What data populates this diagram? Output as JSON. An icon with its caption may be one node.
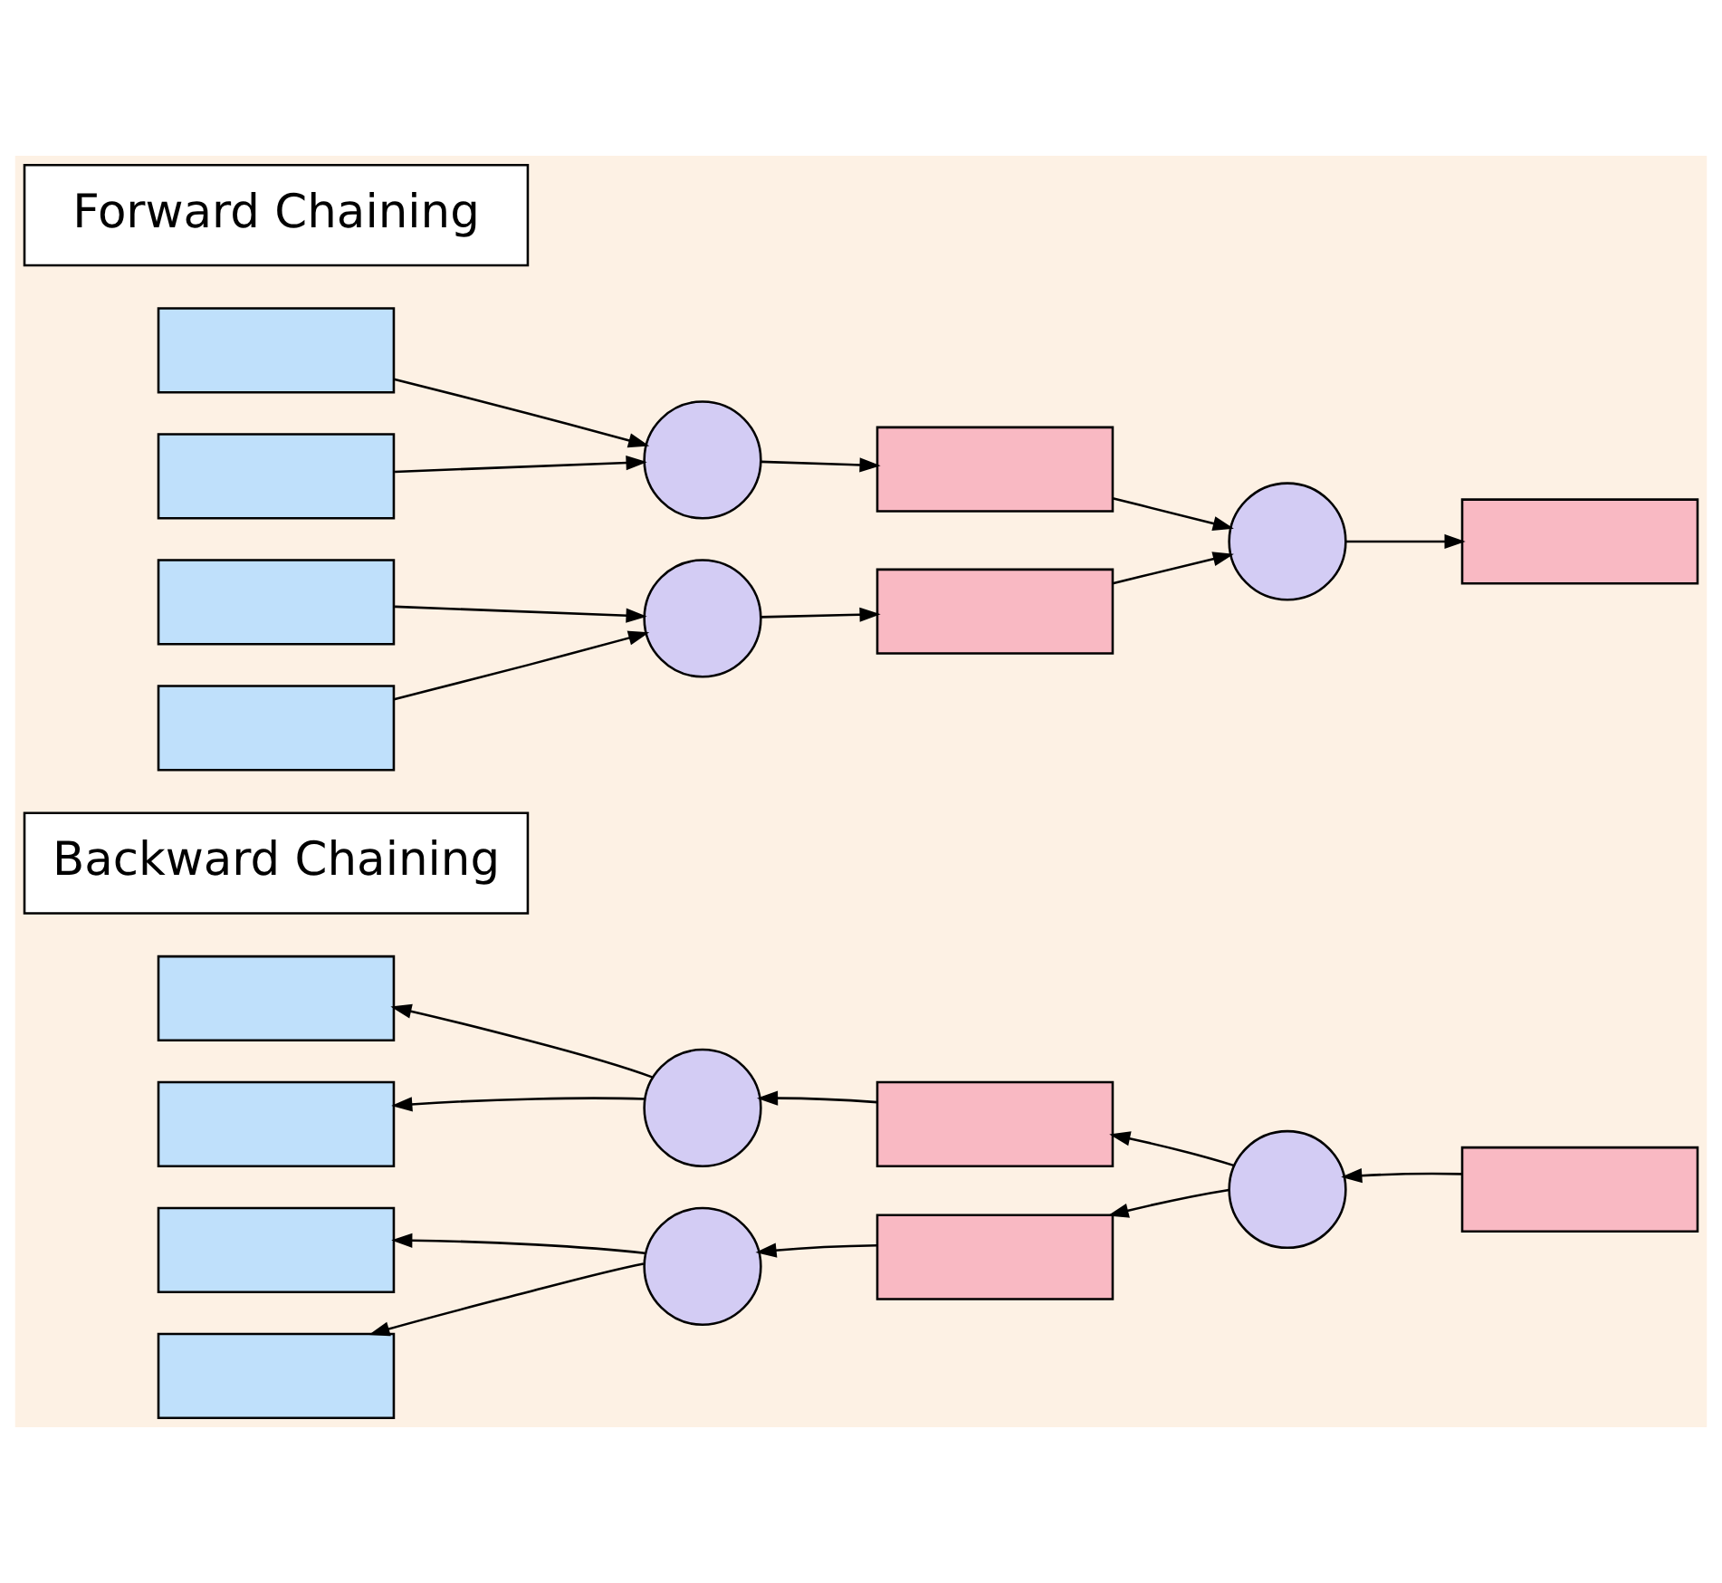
{
  "diagram": {
    "nodes": [
      {
        "text": [
          "Forward Chaining"
        ]
      },
      {
        "text": [],
        "shape": "box"
      },
      {
        "text": [],
        "shape": "box"
      },
      {
        "text": [],
        "shape": "box"
      },
      {
        "text": [],
        "shape": "box"
      },
      {
        "text": [],
        "shape": "circle"
      },
      {
        "text": [],
        "shape": "circle"
      },
      {
        "text": [],
        "shape": "box"
      },
      {
        "text": [],
        "shape": "box"
      },
      {
        "text": [],
        "shape": "circle"
      },
      {
        "text": [],
        "shape": "box"
      },
      {
        "text": [
          "Backward Chaining"
        ]
      },
      {
        "text": [],
        "shape": "box"
      },
      {
        "text": [],
        "shape": "box"
      },
      {
        "text": [],
        "shape": "box"
      },
      {
        "text": [],
        "shape": "box"
      },
      {
        "text": [],
        "shape": "circle"
      },
      {
        "text": [],
        "shape": "circle"
      },
      {
        "text": [],
        "shape": "box"
      },
      {
        "text": [],
        "shape": "box"
      },
      {
        "text": [],
        "shape": "circle"
      },
      {
        "text": [],
        "shape": "box"
      }
    ],
    "edges": [
      {
        "from": 1,
        "to": 5,
        "arrow": "to"
      },
      {
        "from": 2,
        "to": 5,
        "arrow": "to"
      },
      {
        "from": 3,
        "to": 6,
        "arrow": "to"
      },
      {
        "from": 4,
        "to": 6,
        "arrow": "to"
      },
      {
        "from": 5,
        "to": 7,
        "arrow": "to"
      },
      {
        "from": 6,
        "to": 8,
        "arrow": "to"
      },
      {
        "from": 7,
        "to": 9,
        "arrow": "to"
      },
      {
        "from": 8,
        "to": 9,
        "arrow": "to"
      },
      {
        "from": 9,
        "to": 10,
        "arrow": "to"
      },
      {
        "from": 21,
        "to": 20,
        "arrow": "to"
      },
      {
        "from": 20,
        "to": 18,
        "arrow": "to"
      },
      {
        "from": 20,
        "to": 19,
        "arrow": "to"
      },
      {
        "from": 18,
        "to": 16,
        "arrow": "to"
      },
      {
        "from": 19,
        "to": 17,
        "arrow": "to"
      },
      {
        "from": 16,
        "to": 12,
        "arrow": "to"
      },
      {
        "from": 16,
        "to": 13,
        "arrow": "to"
      },
      {
        "from": 17,
        "to": 14,
        "arrow": "to"
      },
      {
        "from": 17,
        "to": 15,
        "arrow": "to"
      }
    ]
  }
}
